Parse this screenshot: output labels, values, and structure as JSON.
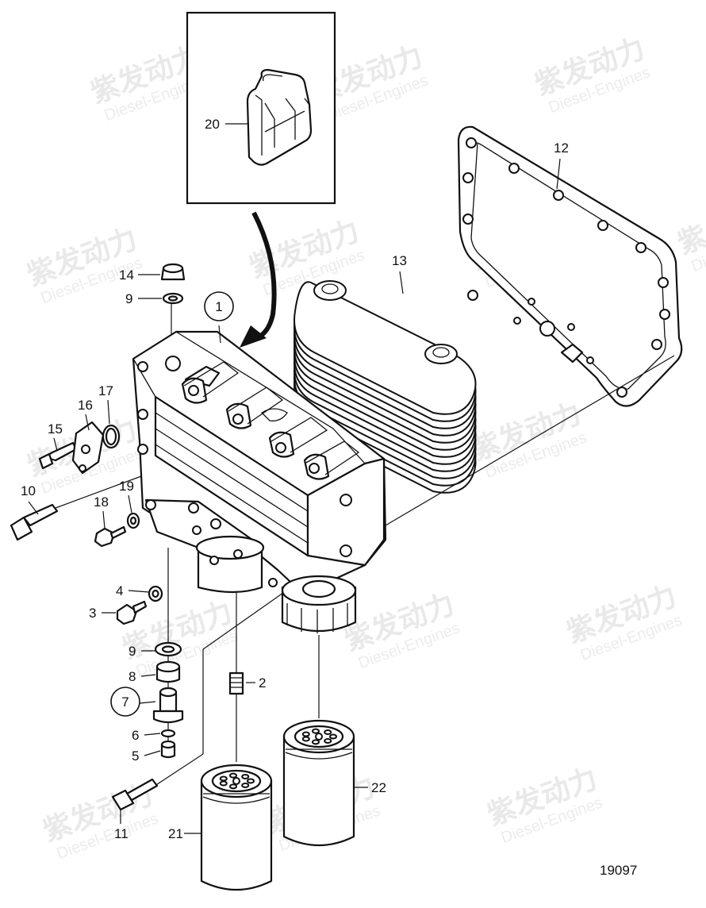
{
  "drawing_number": "19097",
  "watermark": {
    "brand_cn": "紫发动力",
    "brand_en": "Diesel-Engines"
  },
  "callouts": [
    {
      "id": "c1",
      "text": "1",
      "circled": true
    },
    {
      "id": "c2",
      "text": "2"
    },
    {
      "id": "c3",
      "text": "3"
    },
    {
      "id": "c4",
      "text": "4"
    },
    {
      "id": "c5",
      "text": "5"
    },
    {
      "id": "c6",
      "text": "6"
    },
    {
      "id": "c7",
      "text": "7",
      "circled": true
    },
    {
      "id": "c8",
      "text": "8"
    },
    {
      "id": "c9a",
      "text": "9"
    },
    {
      "id": "c9b",
      "text": "9"
    },
    {
      "id": "c10",
      "text": "10"
    },
    {
      "id": "c11",
      "text": "11"
    },
    {
      "id": "c12",
      "text": "12"
    },
    {
      "id": "c13",
      "text": "13"
    },
    {
      "id": "c14",
      "text": "14"
    },
    {
      "id": "c15",
      "text": "15"
    },
    {
      "id": "c16",
      "text": "16"
    },
    {
      "id": "c17",
      "text": "17"
    },
    {
      "id": "c18",
      "text": "18"
    },
    {
      "id": "c19",
      "text": "19"
    },
    {
      "id": "c20",
      "text": "20"
    },
    {
      "id": "c21",
      "text": "21"
    },
    {
      "id": "c22",
      "text": "22"
    }
  ]
}
